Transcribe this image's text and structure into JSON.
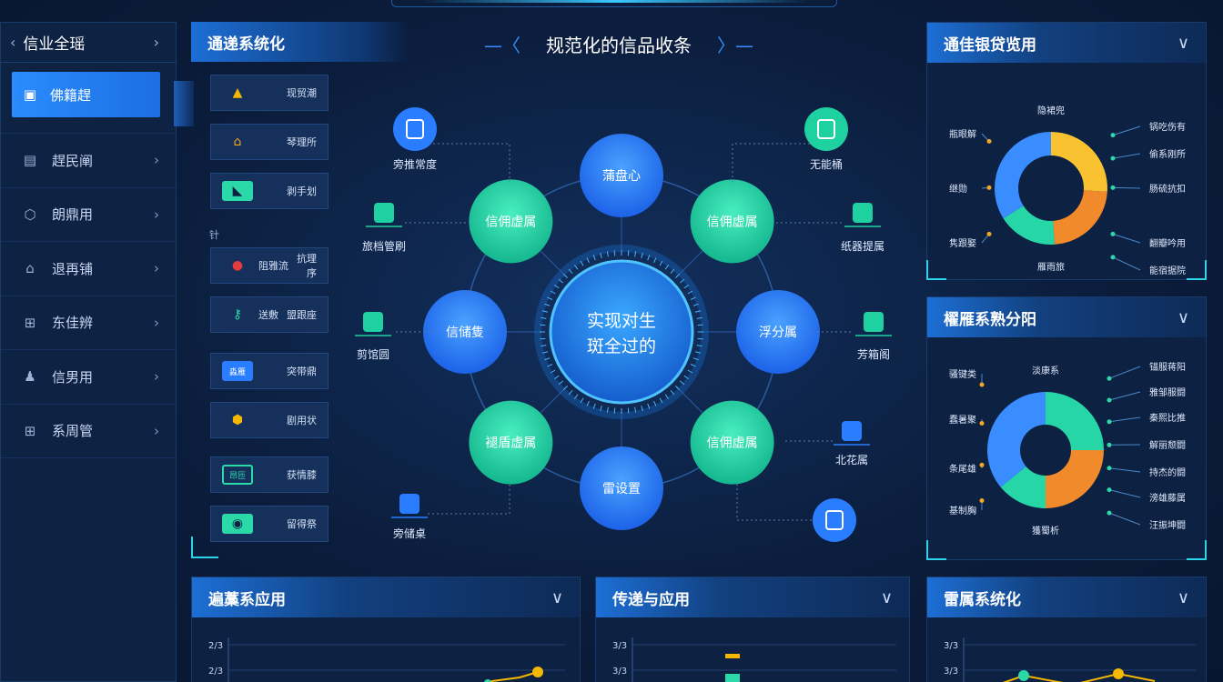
{
  "sidebar": {
    "title": "信业全瑶",
    "items": [
      {
        "label": "佛籍趕",
        "icon": "building-icon",
        "active": true
      },
      {
        "label": "趕民阐",
        "icon": "grid-icon"
      },
      {
        "label": "朗鼎用",
        "icon": "shield-icon"
      },
      {
        "label": "退再铺",
        "icon": "house-icon"
      },
      {
        "label": "东佳辨",
        "icon": "table-icon"
      },
      {
        "label": "信男用",
        "icon": "people-icon"
      },
      {
        "label": "系周管",
        "icon": "grid-icon"
      }
    ]
  },
  "middle_left": {
    "title": "通递系统化",
    "stray_text": "针",
    "items": [
      {
        "label": "现贸潮",
        "icon_text": "",
        "accent": "#f5b800"
      },
      {
        "label": "琴理所",
        "icon_text": "",
        "accent": "#f5a623"
      },
      {
        "label": "剥手划",
        "icon_text": "",
        "accent": "#2ad8a8"
      },
      {
        "label": "抗理序",
        "icon_text": "",
        "accent": "#e23c3c",
        "prefix": "阻雅流"
      },
      {
        "label": "盟跟座",
        "icon_text": "",
        "accent": "#2ad8a8",
        "prefix": "送敷"
      },
      {
        "label": "突带鼎",
        "icon_text": "淼雁",
        "accent": "#2a7dff"
      },
      {
        "label": "剧用状",
        "icon_text": "",
        "accent": "#f5b800"
      },
      {
        "label": "获情膝",
        "icon_text": "昂匝",
        "accent": "#2ad8a8"
      },
      {
        "label": "留得祭",
        "icon_text": "",
        "accent": "#2ad8a8"
      }
    ]
  },
  "center": {
    "title": "规范化的信品收条",
    "core_line1": "实现对生",
    "core_line2": "斑全过的",
    "nodes": [
      "蒲盘心",
      "信佣虚属",
      "浮分属",
      "信佣虚属",
      "雷设置",
      "褪盾虚属",
      "信储隻",
      "信佣虚属"
    ],
    "outer_labels": [
      "旁推常度",
      "无能桶",
      "纸器提属",
      "芳箱阁",
      "北花属",
      "旁储桌",
      "剪馆圆",
      "旅档管刷"
    ]
  },
  "right_top": {
    "title": "通佳银贷览用",
    "labels_left": [
      "瓶眼解",
      "继勋",
      "隽跟娶"
    ],
    "labels_right": [
      "锅吃伤有",
      "偷系刚所",
      "肠硫抗扣",
      "翻瓣吟用",
      "能宿据院"
    ],
    "label_top": "隐裙兜",
    "label_bottom": "雁雨旅"
  },
  "right_mid": {
    "title": "櫂雁系熟分阳",
    "labels_left": [
      "骚键类",
      "蠢暑聚",
      "条尾雄",
      "基制胸"
    ],
    "labels_right": [
      "锚服蒋阳",
      "雅邹服闘",
      "秦熙比推",
      "解丽颓闘",
      "持杰的闘",
      "滂雄藤属",
      "汪振坤闘"
    ],
    "label_top": "淡康系",
    "label_bottom": "獲蜀析"
  },
  "bottom": [
    {
      "title": "遍藁系应用",
      "ticks": [
        "2/3",
        "2/3"
      ]
    },
    {
      "title": "传递与应用",
      "ticks": [
        "3/3",
        "3/3"
      ]
    },
    {
      "title": "雷属系统化",
      "ticks": [
        "3/3",
        "3/3"
      ]
    }
  ],
  "colors": {
    "accent": "#2a8cff",
    "node_blue": "#2a7dff",
    "node_green": "#1fd1a0",
    "donut_blue": "#3a8dff",
    "donut_yellow": "#f8c230",
    "donut_orange": "#f08a2a",
    "donut_green": "#27d6a6"
  }
}
